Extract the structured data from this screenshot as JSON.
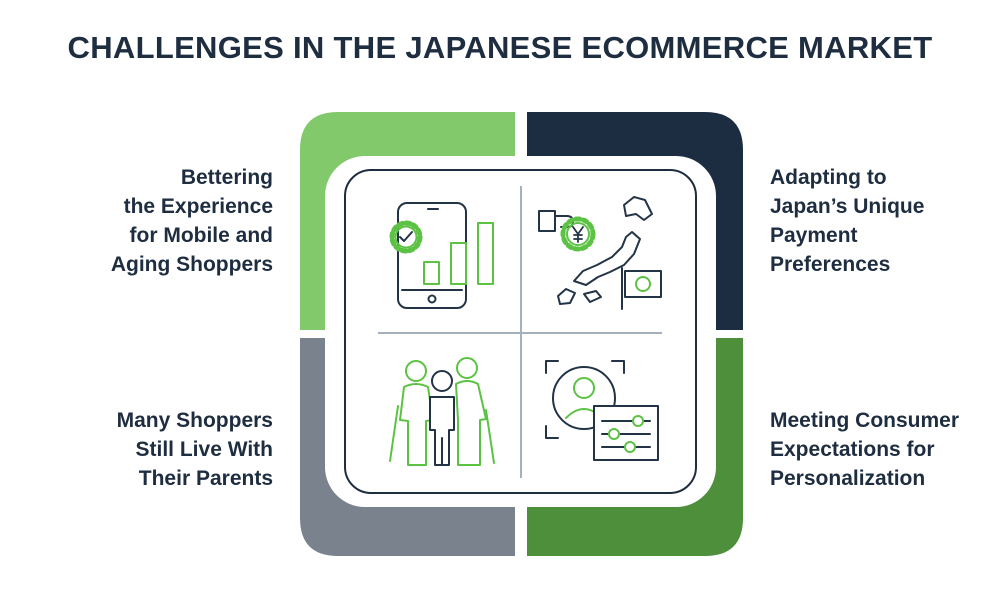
{
  "title": "CHALLENGES IN THE JAPANESE ECOMMERCE MARKET",
  "quadrants": {
    "top_left": {
      "lines": [
        "Bettering",
        "the Experience",
        "for Mobile and",
        "Aging Shoppers"
      ],
      "color": "#82c96b",
      "icon": "smartphone-gear-bar-chart-icon"
    },
    "top_right": {
      "lines": [
        "Adapting to",
        "Japan’s Unique",
        "Payment",
        "Preferences"
      ],
      "color": "#1c2d42",
      "icon": "japan-map-yen-payment-icon"
    },
    "bottom_left": {
      "lines": [
        "Many Shoppers",
        "Still Live With",
        "Their Parents"
      ],
      "color": "#7a838d",
      "icon": "family-with-elderly-parents-icon"
    },
    "bottom_right": {
      "lines": [
        "Meeting Consumer",
        "Expectations for",
        "Personalization"
      ],
      "color": "#4d8f3a",
      "icon": "user-profile-settings-icon"
    }
  },
  "colors": {
    "text": "#1e2d40",
    "icon_line": "#243447",
    "icon_accent": "#5cc244"
  }
}
